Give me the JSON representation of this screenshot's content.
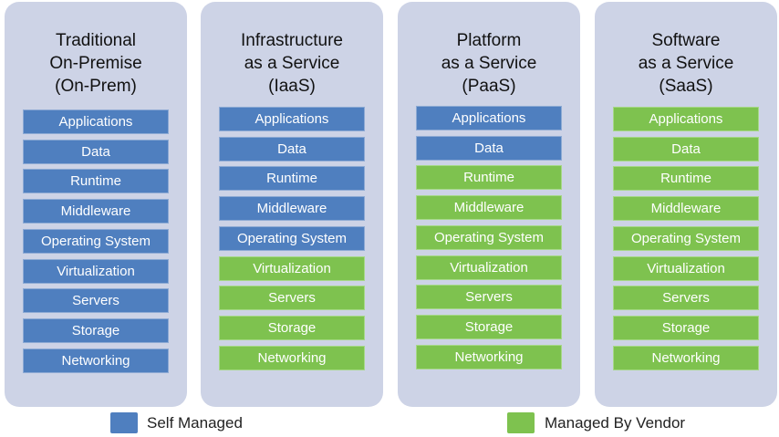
{
  "colors": {
    "panel": "#cdd3e6",
    "self_managed": "#4f7fbf",
    "managed_by_vendor": "#7ec24f"
  },
  "layers": [
    "Applications",
    "Data",
    "Runtime",
    "Middleware",
    "Operating System",
    "Virtualization",
    "Servers",
    "Storage",
    "Networking"
  ],
  "columns": [
    {
      "title_lines": [
        "Traditional",
        "On-Premise",
        "(On-Prem)"
      ],
      "self_managed_count": 9
    },
    {
      "title_lines": [
        "Infrastructure",
        "as a Service",
        "(IaaS)"
      ],
      "self_managed_count": 5
    },
    {
      "title_lines": [
        "Platform",
        "as a Service",
        "(PaaS)"
      ],
      "self_managed_count": 2
    },
    {
      "title_lines": [
        "Software",
        "as a Service",
        "(SaaS)"
      ],
      "self_managed_count": 0
    }
  ],
  "legend": {
    "self_managed": "Self Managed",
    "managed_by_vendor": "Managed By Vendor"
  }
}
